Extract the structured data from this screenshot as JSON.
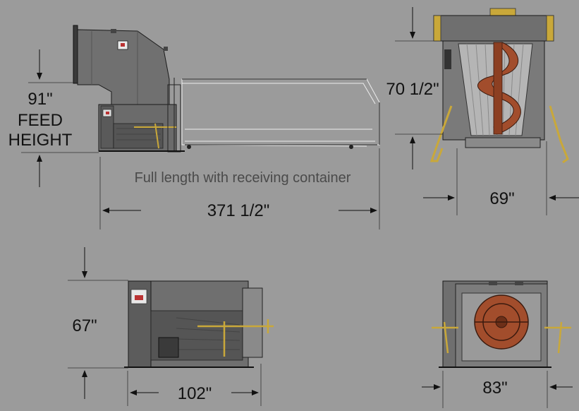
{
  "labels": {
    "feed_height_value": "91\"",
    "feed_height_line1": "FEED",
    "feed_height_line2": "HEIGHT",
    "caption": "Full length with receiving container",
    "full_length": "371 1/2\"",
    "front_height": "70 1/2\"",
    "front_width": "69\"",
    "bottom_height": "67\"",
    "bottom_length": "102\"",
    "rear_width": "83\""
  },
  "colors": {
    "background": "#9b9b9b",
    "machine_body": "#6f6f6f",
    "machine_dark": "#4a4a4a",
    "auger": "#a24d2c",
    "frame_yellow": "#c9a83a",
    "outline": "#1a1a1a",
    "container_line": "#eeeeee"
  }
}
